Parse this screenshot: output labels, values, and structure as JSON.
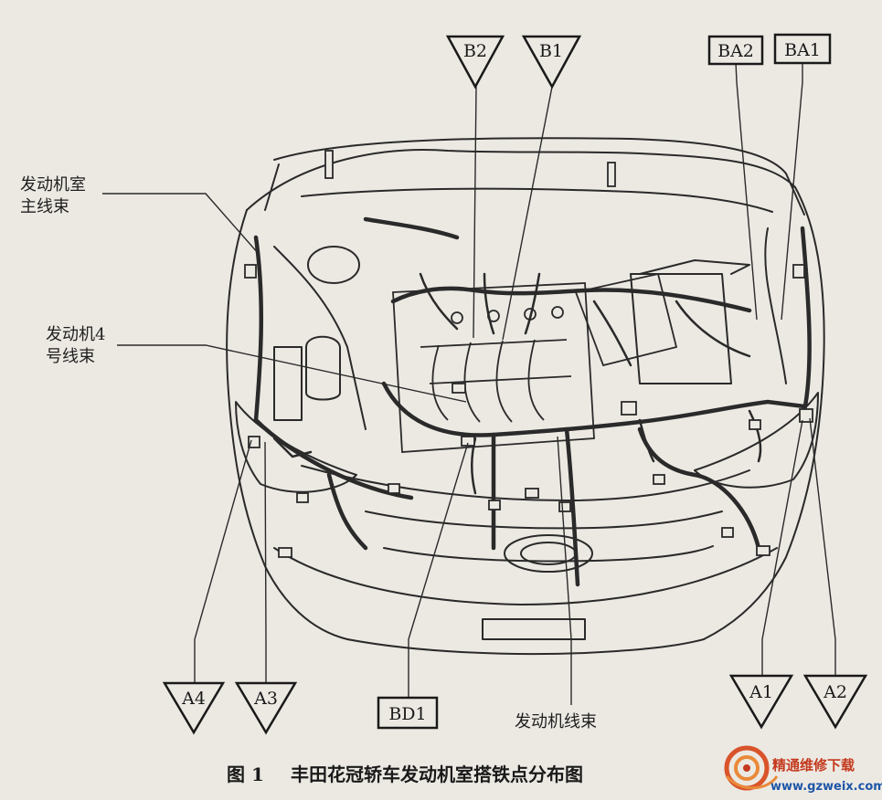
{
  "figure": {
    "caption_number": "图 1",
    "caption_text": "丰田花冠轿车发动机室搭铁点分布图"
  },
  "ground_points": {
    "B2": "B2",
    "B1": "B1",
    "BA2": "BA2",
    "BA1": "BA1",
    "A4": "A4",
    "A3": "A3",
    "BD1": "BD1",
    "A1": "A1",
    "A2": "A2"
  },
  "harness_labels": {
    "main_harness_line1": "发动机室",
    "main_harness_line2": "主线束",
    "engine_no4_line1": "发动机4",
    "engine_no4_line2": "号线束",
    "engine_harness": "发动机线束"
  },
  "watermark": {
    "site_name": "精通维修下载",
    "site_url": "www.gzweix.com"
  }
}
